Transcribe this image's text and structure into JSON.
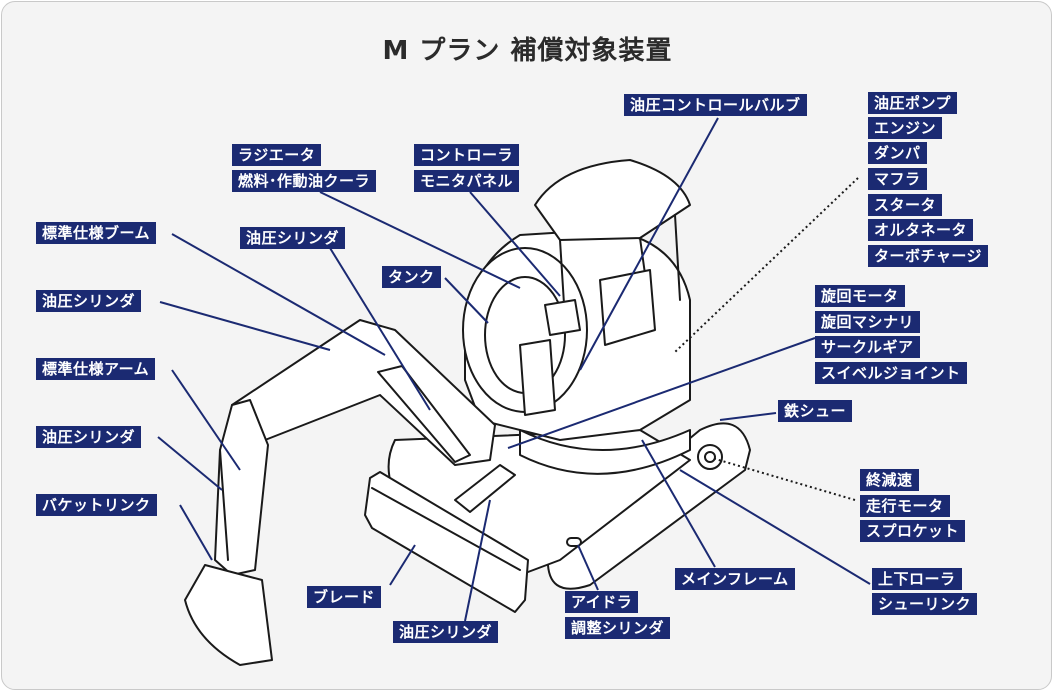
{
  "title": "M プラン 補償対象装置",
  "colors": {
    "label_bg": "#1b2a72",
    "label_text": "#ffffff",
    "leader_line": "#1b2a72",
    "background": "#f4f4f4"
  },
  "labels": {
    "hydraulic_control_valve": "油圧コントロールバルブ",
    "hydraulic_pump": "油圧ポンプ",
    "engine": "エンジン",
    "damper": "ダンパ",
    "muffler": "マフラ",
    "starter": "スタータ",
    "alternator": "オルタネータ",
    "turbocharger": "ターボチャージ",
    "radiator": "ラジエータ",
    "fuel_oil_cooler": "燃料･作動油クーラ",
    "controller": "コントローラ",
    "monitor_panel": "モニタパネル",
    "std_boom": "標準仕様ブーム",
    "boom_cylinder": "油圧シリンダ",
    "hyd_cylinder_upper": "油圧シリンダ",
    "tank": "タンク",
    "std_arm": "標準仕様アーム",
    "arm_cylinder": "油圧シリンダ",
    "bucket_link": "バケットリンク",
    "swing_motor": "旋回モータ",
    "swing_machinery": "旋回マシナリ",
    "circle_gear": "サークルギア",
    "swivel_joint": "スイベルジョイント",
    "steel_shoe": "鉄シュー",
    "final_drive": "終減速",
    "travel_motor": "走行モータ",
    "sprocket": "スプロケット",
    "main_frame": "メインフレーム",
    "upper_lower_roller": "上下ローラ",
    "shoe_link": "シューリンク",
    "idler": "アイドラ",
    "adjust_cylinder": "調整シリンダ",
    "blade": "ブレード",
    "blade_cylinder": "油圧シリンダ"
  }
}
